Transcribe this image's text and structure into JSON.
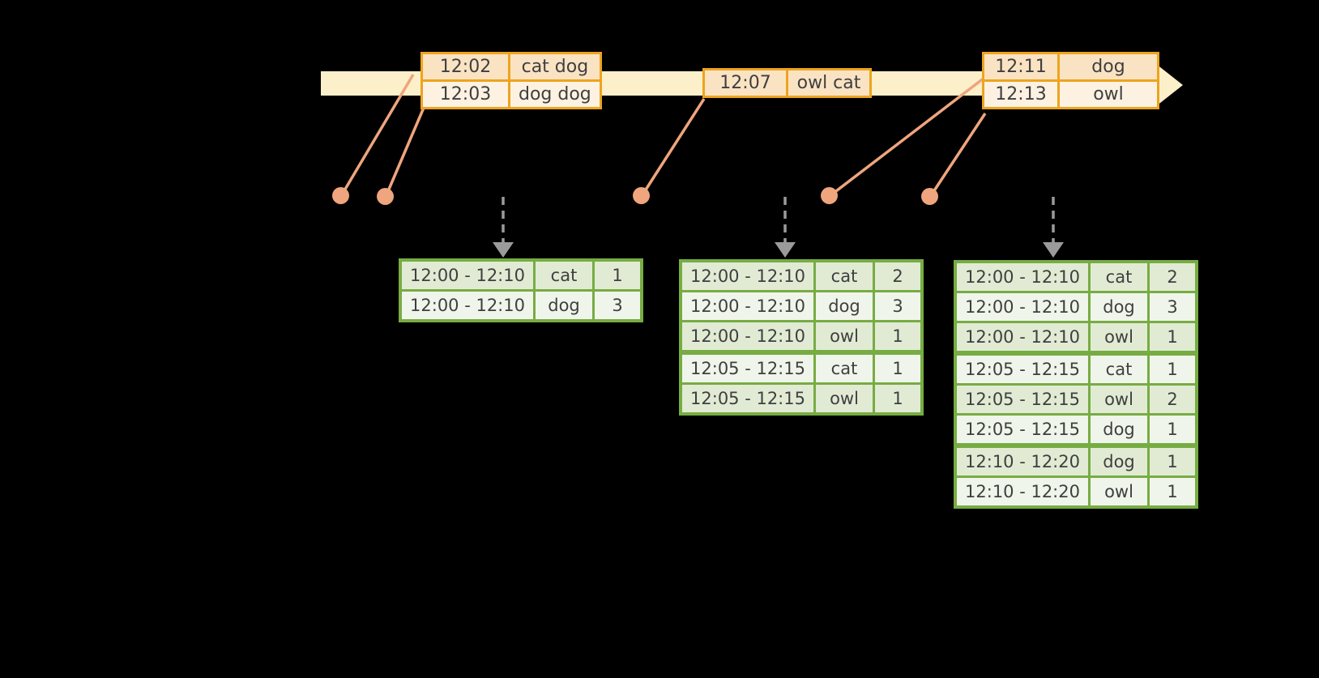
{
  "colors": {
    "background": "#000000",
    "timeline_fill": "#FCF0CA",
    "event_table_border": "#EDA41E",
    "event_row_dark": "#FAE3C3",
    "event_row_light": "#FDF2E2",
    "connector_and_dot": "#EFA57D",
    "trigger_arrow_gray": "#9B9B9B",
    "result_table_border": "#77AC43",
    "result_row_dark": "#E1EBD4",
    "result_row_light": "#F0F5EB",
    "text": "#3F3F3F"
  },
  "event_tables": [
    {
      "rows": [
        {
          "time": "12:02",
          "words": "cat dog"
        },
        {
          "time": "12:03",
          "words": "dog dog"
        }
      ]
    },
    {
      "rows": [
        {
          "time": "12:07",
          "words": "owl cat"
        }
      ]
    },
    {
      "rows": [
        {
          "time": "12:11",
          "words": "dog"
        },
        {
          "time": "12:13",
          "words": "owl"
        }
      ]
    }
  ],
  "result_tables": [
    {
      "rows": [
        {
          "window": "12:00 - 12:10",
          "word": "cat",
          "count": "1"
        },
        {
          "window": "12:00 - 12:10",
          "word": "dog",
          "count": "3"
        }
      ]
    },
    {
      "rows": [
        {
          "window": "12:00 - 12:10",
          "word": "cat",
          "count": "2"
        },
        {
          "window": "12:00 - 12:10",
          "word": "dog",
          "count": "3"
        },
        {
          "window": "12:00 - 12:10",
          "word": "owl",
          "count": "1"
        },
        {
          "window": "12:05 - 12:15",
          "word": "cat",
          "count": "1"
        },
        {
          "window": "12:05 - 12:15",
          "word": "owl",
          "count": "1"
        }
      ]
    },
    {
      "rows": [
        {
          "window": "12:00 - 12:10",
          "word": "cat",
          "count": "2"
        },
        {
          "window": "12:00 - 12:10",
          "word": "dog",
          "count": "3"
        },
        {
          "window": "12:00 - 12:10",
          "word": "owl",
          "count": "1"
        },
        {
          "window": "12:05 - 12:15",
          "word": "cat",
          "count": "1"
        },
        {
          "window": "12:05 - 12:15",
          "word": "owl",
          "count": "2"
        },
        {
          "window": "12:05 - 12:15",
          "word": "dog",
          "count": "1"
        },
        {
          "window": "12:10 - 12:20",
          "word": "dog",
          "count": "1"
        },
        {
          "window": "12:10 - 12:20",
          "word": "owl",
          "count": "1"
        }
      ]
    }
  ]
}
